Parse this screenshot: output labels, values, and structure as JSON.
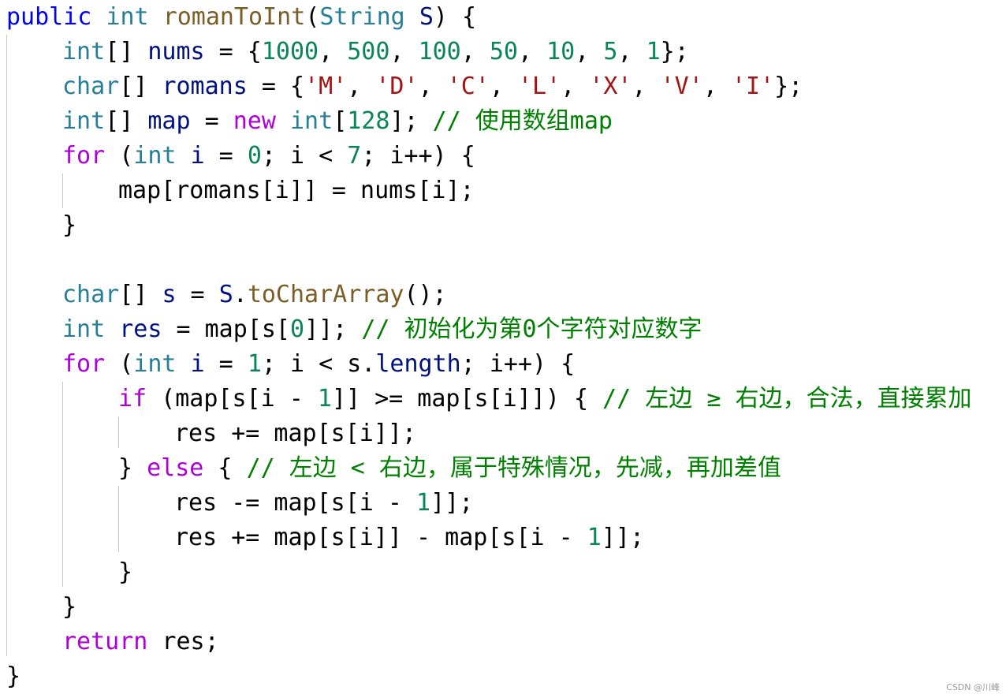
{
  "colors": {
    "plain": "#000000",
    "kw": "#0000ff",
    "type": "#267f99",
    "fn": "#795e26",
    "var": "#001080",
    "param": "#001080",
    "ctrl": "#af00db",
    "num": "#098658",
    "str": "#a31515",
    "cm": "#008000"
  },
  "code_lines": [
    {
      "indent": 0,
      "tokens": [
        {
          "t": "kw",
          "v": "public"
        },
        {
          "t": "plain",
          "v": " "
        },
        {
          "t": "type",
          "v": "int"
        },
        {
          "t": "plain",
          "v": " "
        },
        {
          "t": "fn",
          "v": "romanToInt"
        },
        {
          "t": "plain",
          "v": "("
        },
        {
          "t": "type",
          "v": "String"
        },
        {
          "t": "plain",
          "v": " "
        },
        {
          "t": "param",
          "v": "S"
        },
        {
          "t": "plain",
          "v": ") {"
        }
      ]
    },
    {
      "indent": 1,
      "tokens": [
        {
          "t": "type",
          "v": "int"
        },
        {
          "t": "plain",
          "v": "[] "
        },
        {
          "t": "var",
          "v": "nums"
        },
        {
          "t": "plain",
          "v": " = {"
        },
        {
          "t": "num",
          "v": "1000"
        },
        {
          "t": "plain",
          "v": ", "
        },
        {
          "t": "num",
          "v": "500"
        },
        {
          "t": "plain",
          "v": ", "
        },
        {
          "t": "num",
          "v": "100"
        },
        {
          "t": "plain",
          "v": ", "
        },
        {
          "t": "num",
          "v": "50"
        },
        {
          "t": "plain",
          "v": ", "
        },
        {
          "t": "num",
          "v": "10"
        },
        {
          "t": "plain",
          "v": ", "
        },
        {
          "t": "num",
          "v": "5"
        },
        {
          "t": "plain",
          "v": ", "
        },
        {
          "t": "num",
          "v": "1"
        },
        {
          "t": "plain",
          "v": "};"
        }
      ]
    },
    {
      "indent": 1,
      "tokens": [
        {
          "t": "type",
          "v": "char"
        },
        {
          "t": "plain",
          "v": "[] "
        },
        {
          "t": "var",
          "v": "romans"
        },
        {
          "t": "plain",
          "v": " = {"
        },
        {
          "t": "str",
          "v": "'M'"
        },
        {
          "t": "plain",
          "v": ", "
        },
        {
          "t": "str",
          "v": "'D'"
        },
        {
          "t": "plain",
          "v": ", "
        },
        {
          "t": "str",
          "v": "'C'"
        },
        {
          "t": "plain",
          "v": ", "
        },
        {
          "t": "str",
          "v": "'L'"
        },
        {
          "t": "plain",
          "v": ", "
        },
        {
          "t": "str",
          "v": "'X'"
        },
        {
          "t": "plain",
          "v": ", "
        },
        {
          "t": "str",
          "v": "'V'"
        },
        {
          "t": "plain",
          "v": ", "
        },
        {
          "t": "str",
          "v": "'I'"
        },
        {
          "t": "plain",
          "v": "};"
        }
      ]
    },
    {
      "indent": 1,
      "tokens": [
        {
          "t": "type",
          "v": "int"
        },
        {
          "t": "plain",
          "v": "[] "
        },
        {
          "t": "var",
          "v": "map"
        },
        {
          "t": "plain",
          "v": " = "
        },
        {
          "t": "ctrl",
          "v": "new"
        },
        {
          "t": "plain",
          "v": " "
        },
        {
          "t": "type",
          "v": "int"
        },
        {
          "t": "plain",
          "v": "["
        },
        {
          "t": "num",
          "v": "128"
        },
        {
          "t": "plain",
          "v": "]; "
        },
        {
          "t": "cm",
          "v": "// 使用数组map"
        }
      ]
    },
    {
      "indent": 1,
      "tokens": [
        {
          "t": "ctrl",
          "v": "for"
        },
        {
          "t": "plain",
          "v": " ("
        },
        {
          "t": "type",
          "v": "int"
        },
        {
          "t": "plain",
          "v": " "
        },
        {
          "t": "var",
          "v": "i"
        },
        {
          "t": "plain",
          "v": " = "
        },
        {
          "t": "num",
          "v": "0"
        },
        {
          "t": "plain",
          "v": "; i < "
        },
        {
          "t": "num",
          "v": "7"
        },
        {
          "t": "plain",
          "v": "; i++) {"
        }
      ]
    },
    {
      "indent": 2,
      "tokens": [
        {
          "t": "plain",
          "v": "map[romans[i]] = nums[i];"
        }
      ]
    },
    {
      "indent": 1,
      "tokens": [
        {
          "t": "plain",
          "v": "}"
        }
      ]
    },
    {
      "indent": 0,
      "tokens": []
    },
    {
      "indent": 1,
      "tokens": [
        {
          "t": "type",
          "v": "char"
        },
        {
          "t": "plain",
          "v": "[] "
        },
        {
          "t": "var",
          "v": "s"
        },
        {
          "t": "plain",
          "v": " = "
        },
        {
          "t": "param",
          "v": "S"
        },
        {
          "t": "plain",
          "v": "."
        },
        {
          "t": "fn",
          "v": "toCharArray"
        },
        {
          "t": "plain",
          "v": "();"
        }
      ]
    },
    {
      "indent": 1,
      "tokens": [
        {
          "t": "type",
          "v": "int"
        },
        {
          "t": "plain",
          "v": " "
        },
        {
          "t": "var",
          "v": "res"
        },
        {
          "t": "plain",
          "v": " = map[s["
        },
        {
          "t": "num",
          "v": "0"
        },
        {
          "t": "plain",
          "v": "]]; "
        },
        {
          "t": "cm",
          "v": "// 初始化为第0个字符对应数字"
        }
      ]
    },
    {
      "indent": 1,
      "tokens": [
        {
          "t": "ctrl",
          "v": "for"
        },
        {
          "t": "plain",
          "v": " ("
        },
        {
          "t": "type",
          "v": "int"
        },
        {
          "t": "plain",
          "v": " "
        },
        {
          "t": "var",
          "v": "i"
        },
        {
          "t": "plain",
          "v": " = "
        },
        {
          "t": "num",
          "v": "1"
        },
        {
          "t": "plain",
          "v": "; i < s."
        },
        {
          "t": "var",
          "v": "length"
        },
        {
          "t": "plain",
          "v": "; i++) {"
        }
      ]
    },
    {
      "indent": 2,
      "tokens": [
        {
          "t": "ctrl",
          "v": "if"
        },
        {
          "t": "plain",
          "v": " (map[s[i - "
        },
        {
          "t": "num",
          "v": "1"
        },
        {
          "t": "plain",
          "v": "]] >= map[s[i]]) { "
        },
        {
          "t": "cm",
          "v": "// 左边 ≥ 右边，合法，直接累加"
        }
      ]
    },
    {
      "indent": 3,
      "tokens": [
        {
          "t": "plain",
          "v": "res += map[s[i]];"
        }
      ]
    },
    {
      "indent": 2,
      "tokens": [
        {
          "t": "plain",
          "v": "} "
        },
        {
          "t": "ctrl",
          "v": "else"
        },
        {
          "t": "plain",
          "v": " { "
        },
        {
          "t": "cm",
          "v": "// 左边 < 右边，属于特殊情况，先减，再加差值"
        }
      ]
    },
    {
      "indent": 3,
      "tokens": [
        {
          "t": "plain",
          "v": "res -= map[s[i - "
        },
        {
          "t": "num",
          "v": "1"
        },
        {
          "t": "plain",
          "v": "]];"
        }
      ]
    },
    {
      "indent": 3,
      "tokens": [
        {
          "t": "plain",
          "v": "res += map[s[i]] - map[s[i - "
        },
        {
          "t": "num",
          "v": "1"
        },
        {
          "t": "plain",
          "v": "]];"
        }
      ]
    },
    {
      "indent": 2,
      "tokens": [
        {
          "t": "plain",
          "v": "}"
        }
      ]
    },
    {
      "indent": 1,
      "tokens": [
        {
          "t": "plain",
          "v": "}"
        }
      ]
    },
    {
      "indent": 1,
      "tokens": [
        {
          "t": "ctrl",
          "v": "return"
        },
        {
          "t": "plain",
          "v": " res;"
        }
      ]
    },
    {
      "indent": 0,
      "tokens": [
        {
          "t": "plain",
          "v": "}"
        }
      ]
    }
  ],
  "watermark": "CSDN @川峰"
}
